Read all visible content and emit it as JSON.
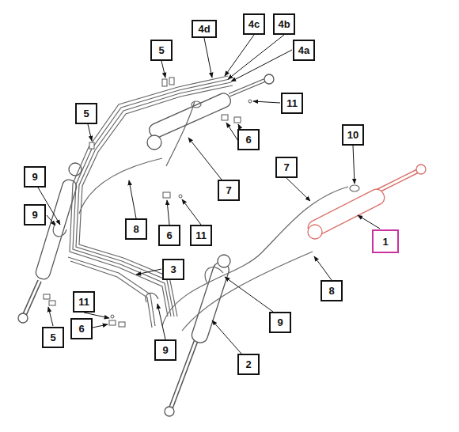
{
  "diagram": {
    "labels": [
      "4d",
      "4c",
      "4b",
      "4a",
      "5",
      "5",
      "11",
      "6",
      "9",
      "7",
      "10",
      "9",
      "7",
      "8",
      "6",
      "11",
      "3",
      "1",
      "8",
      "11",
      "5",
      "6",
      "9",
      "9",
      "2"
    ]
  }
}
